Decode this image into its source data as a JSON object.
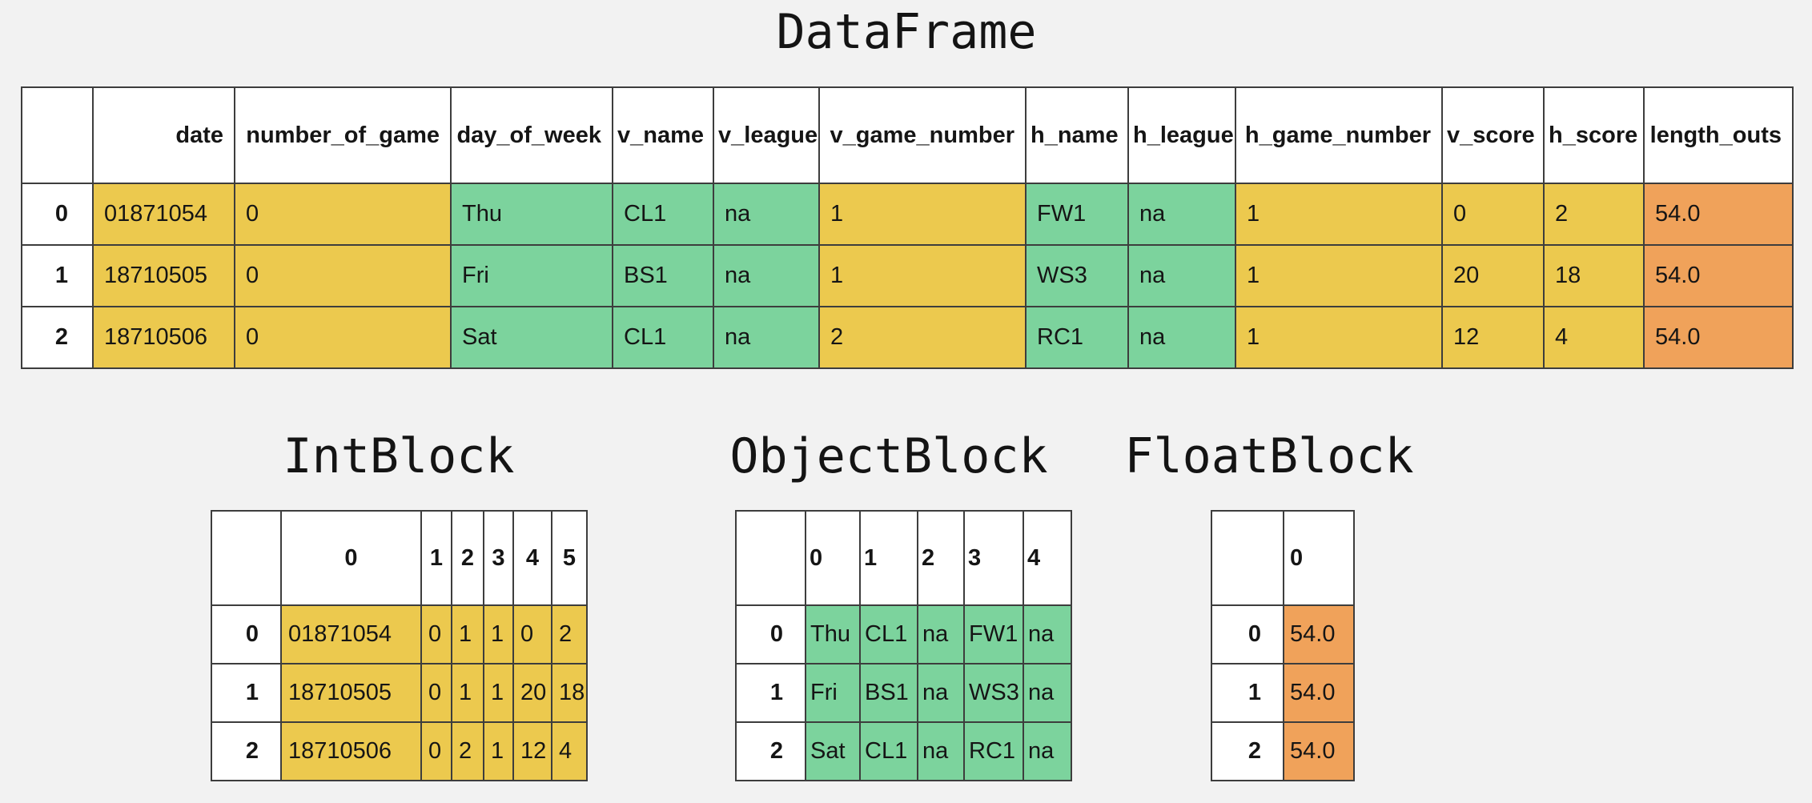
{
  "page": {
    "title": "DataFrame"
  },
  "colors": {
    "page_bg": "#F2F2F2",
    "header_bg": "#FFFFFF",
    "border": "#3D3D3D",
    "text": "#151515",
    "int_block": "#ECC94E",
    "object_block": "#7CD39D",
    "float_block": "#F0A25A"
  },
  "dataframe_table": {
    "columns": [
      "date",
      "number_of_game",
      "day_of_week",
      "v_name",
      "v_league",
      "v_game_number",
      "h_name",
      "h_league",
      "h_game_number",
      "v_score",
      "h_score",
      "length_outs"
    ],
    "column_types": [
      "int",
      "int",
      "object",
      "object",
      "object",
      "int",
      "object",
      "object",
      "int",
      "int",
      "int",
      "float"
    ],
    "index": [
      "0",
      "1",
      "2"
    ],
    "rows": [
      [
        "01871054",
        "0",
        "Thu",
        "CL1",
        "na",
        "1",
        "FW1",
        "na",
        "1",
        "0",
        "2",
        "54.0"
      ],
      [
        "18710505",
        "0",
        "Fri",
        "BS1",
        "na",
        "1",
        "WS3",
        "na",
        "1",
        "20",
        "18",
        "54.0"
      ],
      [
        "18710506",
        "0",
        "Sat",
        "CL1",
        "na",
        "2",
        "RC1",
        "na",
        "1",
        "12",
        "4",
        "54.0"
      ]
    ]
  },
  "blocks": [
    {
      "title": "IntBlock",
      "dtype": "int",
      "columns": [
        "0",
        "1",
        "2",
        "3",
        "4",
        "5"
      ],
      "index": [
        "0",
        "1",
        "2"
      ],
      "rows": [
        [
          "01871054",
          "0",
          "1",
          "1",
          "0",
          "2"
        ],
        [
          "18710505",
          "0",
          "1",
          "1",
          "20",
          "18"
        ],
        [
          "18710506",
          "0",
          "2",
          "1",
          "12",
          "4"
        ]
      ]
    },
    {
      "title": "ObjectBlock",
      "dtype": "object",
      "columns": [
        "0",
        "1",
        "2",
        "3",
        "4"
      ],
      "index": [
        "0",
        "1",
        "2"
      ],
      "rows": [
        [
          "Thu",
          "CL1",
          "na",
          "FW1",
          "na"
        ],
        [
          "Fri",
          "BS1",
          "na",
          "WS3",
          "na"
        ],
        [
          "Sat",
          "CL1",
          "na",
          "RC1",
          "na"
        ]
      ]
    },
    {
      "title": "FloatBlock",
      "dtype": "float",
      "columns": [
        "0"
      ],
      "index": [
        "0",
        "1",
        "2"
      ],
      "rows": [
        [
          "54.0"
        ],
        [
          "54.0"
        ],
        [
          "54.0"
        ]
      ]
    }
  ]
}
